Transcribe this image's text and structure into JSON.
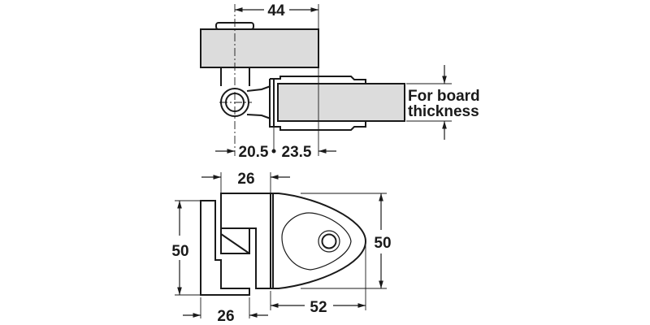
{
  "top_view": {
    "dim_width": "44",
    "dim_left": "20.5",
    "dim_right": "23.5",
    "board_label_line1": "For board",
    "board_label_line2": "thickness"
  },
  "bottom_view": {
    "dim_top_width": "26",
    "dim_bottom_width": "26",
    "dim_left_height": "50",
    "dim_right_height": "50",
    "dim_length": "52"
  },
  "colors": {
    "board_fill": "#dcdcdc",
    "line": "#1a1a1a"
  }
}
